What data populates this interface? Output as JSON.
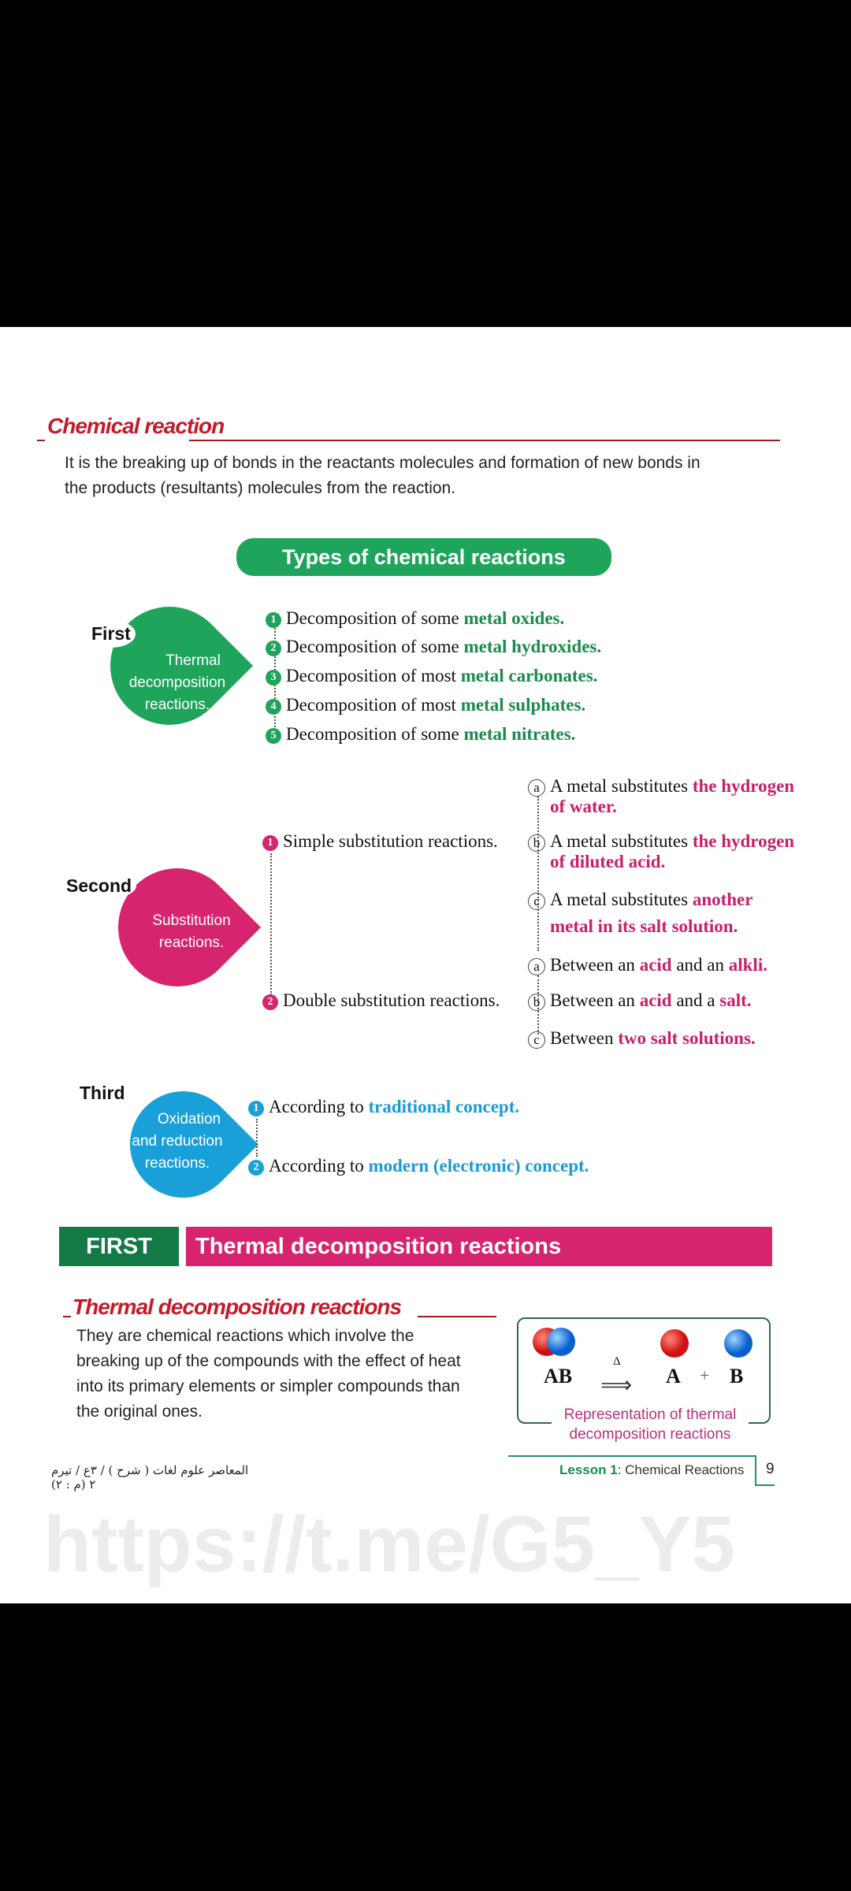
{
  "chemical_reaction": {
    "title": "Chemical reaction",
    "definition_1": "It is the breaking up of bonds in the reactants molecules and formation of new bonds in",
    "definition_2": "the products (resultants) molecules from the reaction."
  },
  "types_banner": "Types of chemical reactions",
  "first": {
    "label": "First",
    "leaf_1": "Thermal",
    "leaf_2": "decomposition",
    "leaf_3": "reactions.",
    "items": [
      {
        "num": "1",
        "pre": "Decomposition of some ",
        "hl": "metal oxides."
      },
      {
        "num": "2",
        "pre": "Decomposition of some ",
        "hl": "metal hydroxides."
      },
      {
        "num": "3",
        "pre": "Decomposition of most ",
        "hl": "metal carbonates."
      },
      {
        "num": "4",
        "pre": "Decomposition of most ",
        "hl": "metal sulphates."
      },
      {
        "num": "5",
        "pre": "Decomposition of some ",
        "hl": "metal nitrates."
      }
    ]
  },
  "second": {
    "label": "Second",
    "leaf_1": "Substitution",
    "leaf_2": "reactions.",
    "simple": {
      "num": "1",
      "text": "Simple substitution reactions.",
      "a": {
        "l": "a",
        "pre": "A metal substitutes ",
        "hl": "the hydrogen",
        "hl2": "of water."
      },
      "b": {
        "l": "b",
        "pre": "A metal substitutes ",
        "hl": "the hydrogen",
        "hl2": "of diluted acid."
      },
      "c": {
        "l": "c",
        "pre": "A metal substitutes ",
        "hl": "another",
        "hl2": "metal in its salt solution."
      }
    },
    "double": {
      "num": "2",
      "text": "Double substitution reactions.",
      "a": {
        "l": "a",
        "pre": "Between an ",
        "hl": "acid",
        "mid": " and an ",
        "hl2": "alkli."
      },
      "b": {
        "l": "b",
        "pre": "Between an ",
        "hl": "acid",
        "mid": " and a ",
        "hl2": "salt."
      },
      "c": {
        "l": "c",
        "pre": "Between ",
        "hl": "two salt solutions."
      }
    }
  },
  "third": {
    "label": "Third",
    "leaf_1": "Oxidation",
    "leaf_2": "and reduction",
    "leaf_3": "reactions.",
    "items": [
      {
        "num": "1",
        "pre": "According to ",
        "hl": "traditional concept."
      },
      {
        "num": "2",
        "pre": "According to ",
        "hl": "modern (electronic) concept."
      }
    ]
  },
  "section_banner": {
    "tag": "FIRST",
    "title": "Thermal decomposition reactions"
  },
  "thermal": {
    "title": "Thermal decomposition reactions",
    "lines": [
      "They are chemical reactions which involve the",
      "breaking up of the compounds with the effect of heat",
      "into its primary elements or simpler compounds than",
      "the original ones."
    ]
  },
  "figure": {
    "ab": "AB",
    "delta": "Δ",
    "a": "A",
    "plus": "+",
    "b": "B",
    "caption_1": "Representation of thermal",
    "caption_2": "decomposition reactions"
  },
  "watermark": "https://t.me/G5_Y5",
  "footer": {
    "arabic": "المعاصر علوم لغات ( شرح ) / ٣ع / تيرم ٢ (م : ٢)",
    "lesson": "Lesson 1",
    "lesson_title": ": Chemical Reactions",
    "page": "9"
  },
  "colors": {
    "green": "#1fa45c",
    "pink": "#d6246e",
    "blue": "#1aa0d8",
    "red": "#c41a2a"
  }
}
